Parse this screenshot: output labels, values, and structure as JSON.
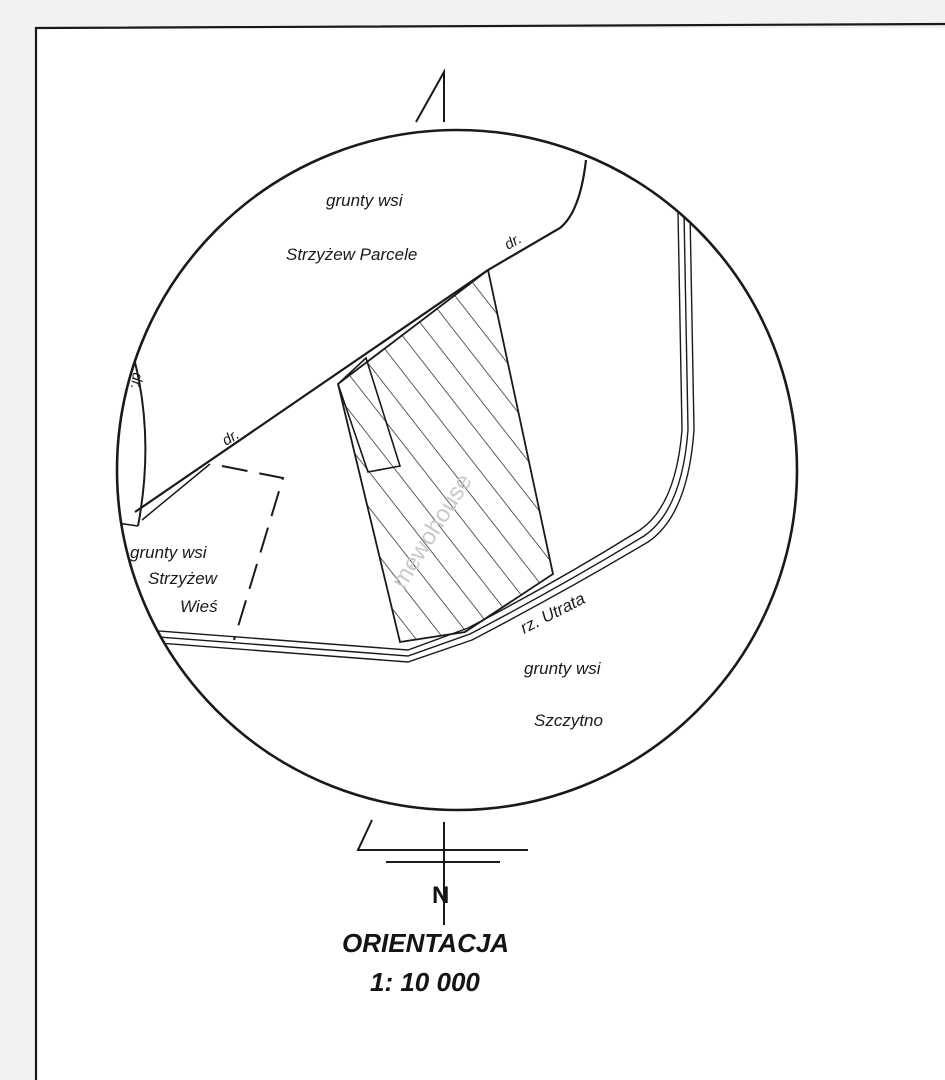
{
  "labels": {
    "north_area_line1": "grunty wsi",
    "north_area_line2": "Strzyżew Parcele",
    "west_area_line1": "grunty wsi",
    "west_area_line2": "Strzyżew",
    "west_area_line3": "Wieś",
    "south_area_line1": "grunty wsi",
    "south_area_line2": "Szczytno",
    "river": "rz. Utrata",
    "road_abbrev": "dr.",
    "north_letter": "N"
  },
  "legend": {
    "title": "ORIENTACJA",
    "scale": "1: 10 000"
  },
  "watermark": "mewohouse",
  "colors": {
    "ink": "#1a1a1a",
    "paper": "#ffffff",
    "background": "#f2f2f0"
  }
}
